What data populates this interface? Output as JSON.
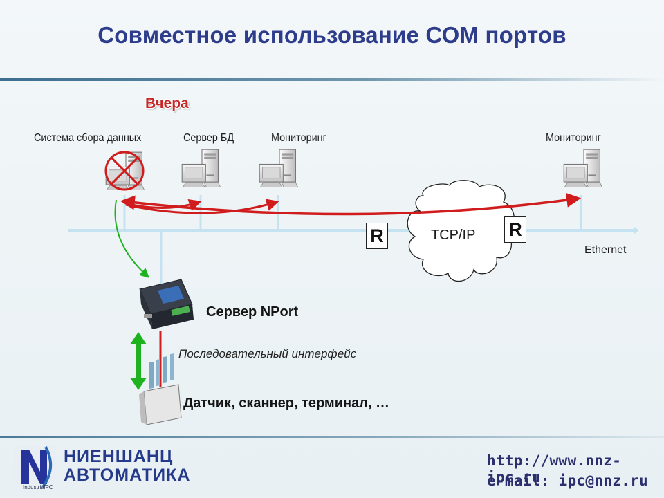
{
  "slide": {
    "title": "Совместное использование СОМ портов",
    "yesterday_label": "Вчера"
  },
  "diagram": {
    "nodes": {
      "data_acquisition": "Система сбора данных",
      "db_server": "Сервер БД",
      "monitoring_left": "Мониторинг",
      "monitoring_right": "Мониторинг"
    },
    "network": {
      "cloud_label": "TCP/IP",
      "router_letter": "R",
      "bus_label": "Ethernet"
    },
    "nport_label": "Сервер NPort",
    "serial_label": "Последовательный интерфейс",
    "devices_label": "Датчик, сканнер, терминал, …"
  },
  "footer": {
    "company_line1": "НИЕНШАНЦ",
    "company_line2": "АВТОМАТИКА",
    "logo_subtext": "IndustrialPC",
    "url": "http://www.nnz-ipc.ru",
    "email": "e-mail: ipc@nnz.ru"
  },
  "colors": {
    "title": "#2e3c8c",
    "accent_red": "#d01c1c",
    "ethernet_bus": "#bfe0f0",
    "green_arrow": "#1fb21f"
  }
}
